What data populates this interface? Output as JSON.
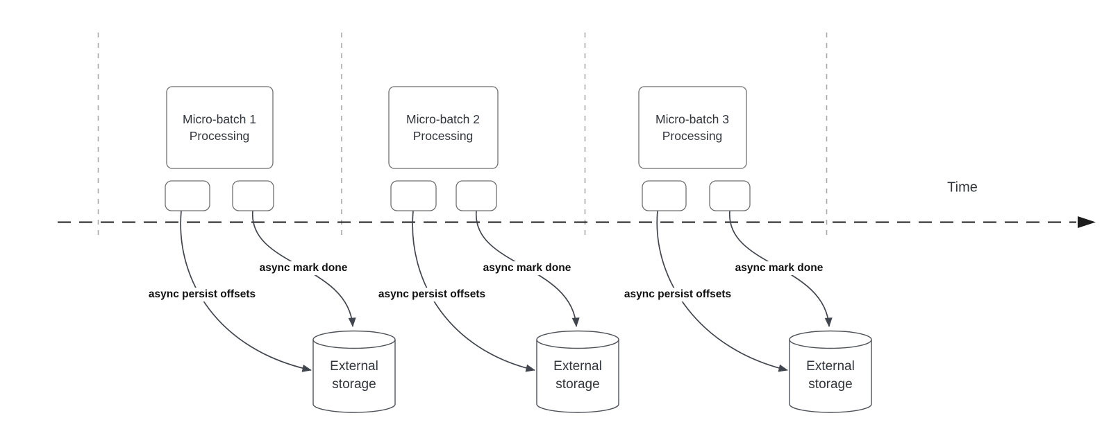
{
  "diagram": {
    "time_label": "Time",
    "groups": [
      {
        "title_line1": "Micro-batch 1",
        "title_line2": "Processing",
        "persist_label": "async persist offsets",
        "done_label": "async mark done",
        "storage_line1": "External",
        "storage_line2": "storage"
      },
      {
        "title_line1": "Micro-batch 2",
        "title_line2": "Processing",
        "persist_label": "async persist offsets",
        "done_label": "async mark done",
        "storage_line1": "External",
        "storage_line2": "storage"
      },
      {
        "title_line1": "Micro-batch 3",
        "title_line2": "Processing",
        "persist_label": "async persist offsets",
        "done_label": "async mark done",
        "storage_line1": "External",
        "storage_line2": "storage"
      }
    ]
  },
  "colors": {
    "background": "#ffffff",
    "guide_line": "#a9a9a9",
    "time_axis": "#1c1c1c",
    "curve": "#41454e",
    "box_border": "#6f6f6f",
    "cylinder_border": "#4e5258",
    "edge_label_text": "#101010",
    "node_text": "#31353c"
  }
}
